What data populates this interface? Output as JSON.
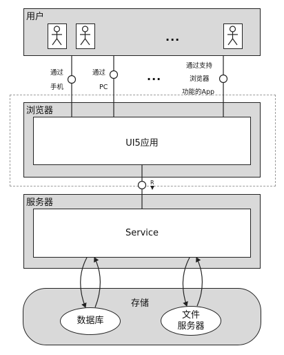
{
  "users_block": {
    "title": "用户",
    "ellipsis": "..."
  },
  "connectors": {
    "mobile_line1": "通过",
    "mobile_line2": "手机",
    "pc_line1": "通过",
    "pc_line2": "PC",
    "ellipsis": "...",
    "app_line1": "通过支持",
    "app_line2": "浏览器",
    "app_line3": "功能的App"
  },
  "browser_block": {
    "title": "浏览器",
    "app_label": "UI5应用"
  },
  "interface_label": "R",
  "server_block": {
    "title": "服务器",
    "service_label": "Service"
  },
  "storage_block": {
    "title": "存储",
    "database_label": "数据库",
    "file_server_line1": "文件",
    "file_server_line2": "服务器"
  }
}
